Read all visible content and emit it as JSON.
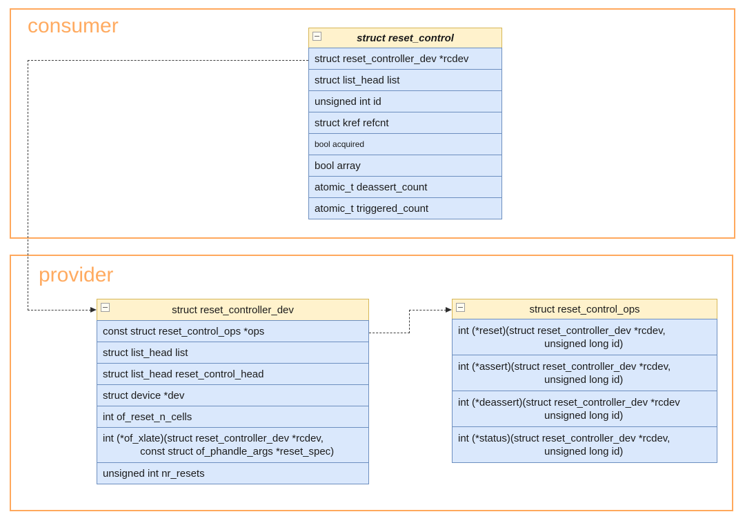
{
  "groups": {
    "consumer": {
      "label": "consumer"
    },
    "provider": {
      "label": "provider"
    }
  },
  "colors": {
    "group_border": "#ffa85c",
    "group_label": "#ffab61",
    "header_fill": "#fff2cc",
    "header_stroke": "#d6b656",
    "row_fill": "#dae8fc",
    "row_stroke": "#6c8ebf",
    "connector": "#3b3b3b",
    "text": "#1a1a1a"
  },
  "tables": {
    "reset_control": {
      "title": "struct reset_control",
      "rows": [
        "struct reset_controller_dev *rcdev",
        "struct list_head list",
        "unsigned int id",
        "struct kref refcnt",
        "bool acquired",
        "bool array",
        "atomic_t deassert_count",
        "atomic_t triggered_count"
      ]
    },
    "reset_controller_dev": {
      "title": "struct reset_controller_dev",
      "rows": [
        "const struct reset_control_ops *ops",
        "struct list_head list",
        "struct list_head reset_control_head",
        "struct device *dev",
        "int of_reset_n_cells",
        "int (*of_xlate)(struct reset_controller_dev *rcdev,\n             const struct of_phandle_args *reset_spec)",
        "unsigned int nr_resets"
      ]
    },
    "reset_control_ops": {
      "title": "struct reset_control_ops",
      "rows": [
        "int (*reset)(struct reset_controller_dev *rcdev,\n                              unsigned long id)",
        "int (*assert)(struct reset_controller_dev *rcdev,\n                              unsigned long id)",
        "int (*deassert)(struct reset_controller_dev *rcdev\n                              unsigned long id)",
        "int (*status)(struct reset_controller_dev *rcdev,\n                              unsigned long id)"
      ]
    }
  },
  "connectors": [
    {
      "from": "reset_control.rcdev",
      "to": "reset_controller_dev",
      "style": "dashed-arrow"
    },
    {
      "from": "reset_controller_dev.ops",
      "to": "reset_control_ops",
      "style": "dashed-arrow"
    }
  ]
}
